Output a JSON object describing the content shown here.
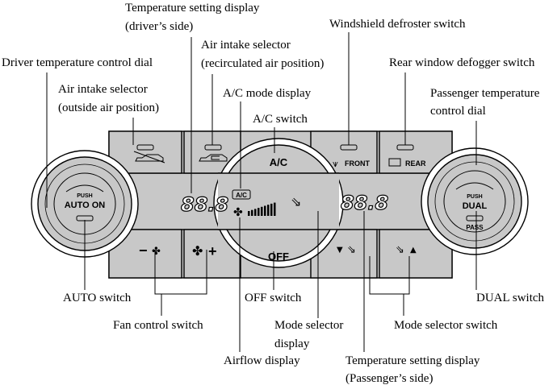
{
  "labels": {
    "temp_display_driver": [
      "Temperature setting display",
      "(driver’s side)"
    ],
    "air_intake_recirc": [
      "Air intake selector",
      "(recirculated air position)"
    ],
    "windshield_defroster": "Windshield defroster switch",
    "rear_defogger": "Rear window defogger switch",
    "driver_dial": "Driver temperature control dial",
    "air_intake_outside": [
      "Air intake selector",
      "(outside air position)"
    ],
    "ac_mode_display": "A/C mode display",
    "ac_switch": "A/C switch",
    "passenger_dial": [
      "Passenger temperature",
      "control dial"
    ],
    "auto_switch": "AUTO switch",
    "off_switch": "OFF switch",
    "dual_switch": "DUAL switch",
    "fan_control": "Fan control switch",
    "mode_selector_display": [
      "Mode selector",
      "display"
    ],
    "mode_selector_switch": "Mode selector switch",
    "airflow_display": "Airflow display",
    "temp_display_passenger": [
      "Temperature setting display",
      "(Passenger’s side)"
    ]
  },
  "panel": {
    "ac_button": "A/C",
    "off_button": "OFF",
    "front_button": "FRONT",
    "rear_button": "REAR",
    "ac_indicator": "A/C",
    "left_dial": {
      "push": "PUSH",
      "label": "AUTO ON"
    },
    "right_dial": {
      "push": "PUSH",
      "label": "DUAL",
      "sub": "PASS"
    },
    "driver_temp": "88.8",
    "passenger_temp": "88.8",
    "fan_minus": "−",
    "fan_plus": "+"
  }
}
